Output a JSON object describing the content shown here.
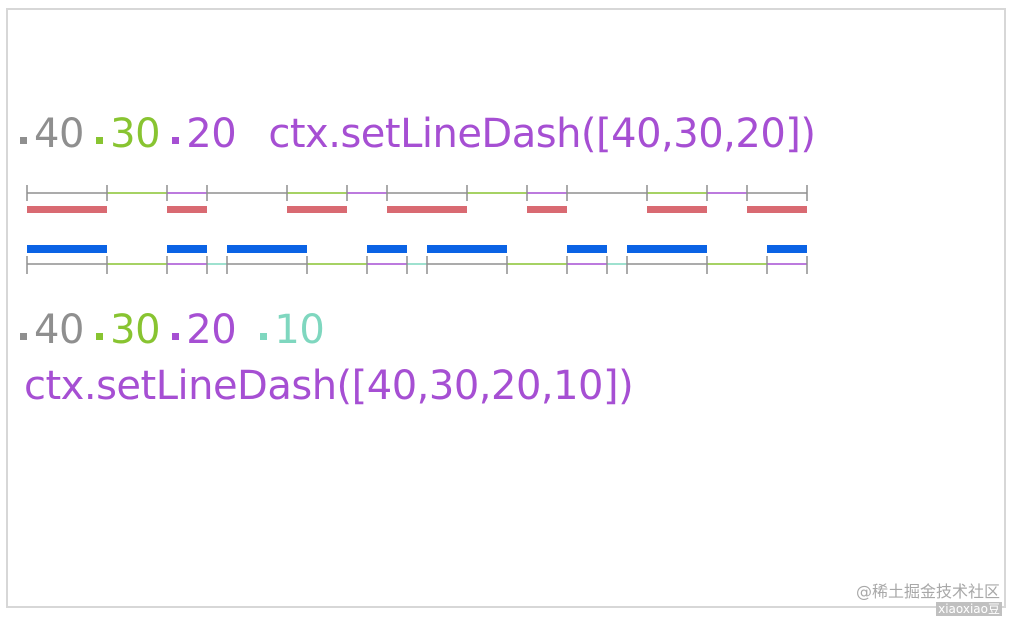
{
  "colors": {
    "gray": "#8f8f8f",
    "green": "#88c431",
    "purple": "#a64fd3",
    "teal": "#7fd7bf",
    "red": "#d96a72",
    "blue": "#0b63e5"
  },
  "row1": {
    "numbers": [
      {
        "value": "40",
        "color": "gray"
      },
      {
        "value": "30",
        "color": "green"
      },
      {
        "value": "20",
        "color": "purple"
      }
    ],
    "code": "ctx.setLineDash([40,30,20])"
  },
  "row2": {
    "numbers": [
      {
        "value": "40",
        "color": "gray"
      },
      {
        "value": "30",
        "color": "green"
      },
      {
        "value": "20",
        "color": "purple"
      },
      {
        "value": "10",
        "color": "teal"
      }
    ],
    "code": "ctx.setLineDash([40,30,20,10])"
  },
  "diagram": {
    "pattern_a": [
      40,
      30,
      20
    ],
    "pattern_b": [
      40,
      30,
      20,
      10
    ],
    "total_length": 390
  },
  "watermark": {
    "main": "@稀土掘金技术社区",
    "sub": "xiaoxiao豆"
  }
}
